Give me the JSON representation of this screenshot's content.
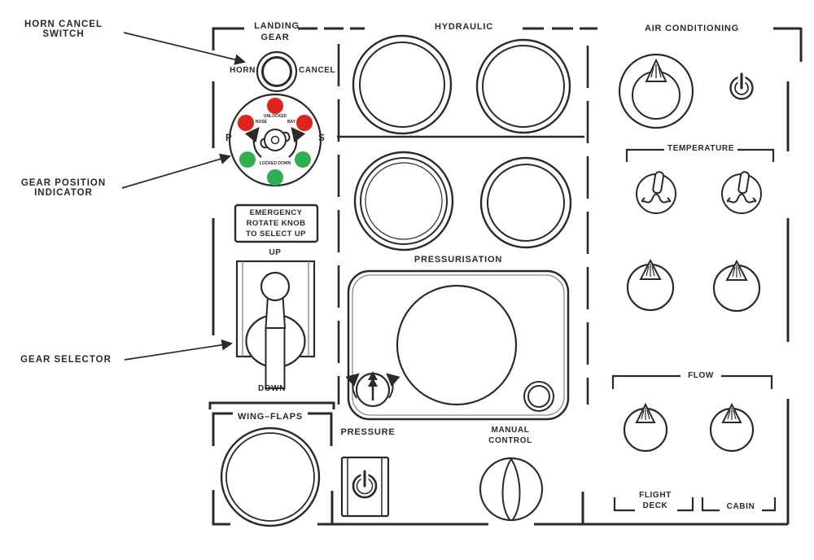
{
  "colors": {
    "ink": "#2a2a2a",
    "red": "#dd231c",
    "green": "#2fae52",
    "bg": "#ffffff",
    "shadow": "#8a8a8a"
  },
  "callouts": {
    "horn_cancel_switch": {
      "line1": "HORN CANCEL",
      "line2": "SWITCH"
    },
    "gear_position_indicator": {
      "line1": "GEAR POSITION",
      "line2": "INDICATOR"
    },
    "gear_selector": {
      "label": "GEAR SELECTOR"
    }
  },
  "landing_gear": {
    "title_line1": "LANDING",
    "title_line2": "GEAR",
    "horn_label": "HORN",
    "cancel_label": "CANCEL",
    "indicator": {
      "port": "P",
      "starboard": "S",
      "unlocked": "UNLOCKED",
      "nose": "NOSE",
      "bay": "BAY",
      "locked_down": "LOCKED DOWN"
    },
    "emergency_line1": "EMERGENCY",
    "emergency_line2": "ROTATE KNOB",
    "emergency_line3": "TO SELECT UP",
    "up": "UP",
    "down": "DOWN"
  },
  "wing_flaps": {
    "title": "WING–FLAPS"
  },
  "hydraulic": {
    "title": "HYDRAULIC"
  },
  "pressurisation": {
    "title": "PRESSURISATION",
    "pressure_label": "PRESSURE",
    "manual_line1": "MANUAL",
    "manual_line2": "CONTROL"
  },
  "air_conditioning": {
    "title": "AIR CONDITIONING",
    "temperature_label": "TEMPERATURE",
    "flow_label": "FLOW",
    "flight_line1": "FLIGHT",
    "flight_line2": "DECK",
    "cabin_label": "CABIN"
  }
}
